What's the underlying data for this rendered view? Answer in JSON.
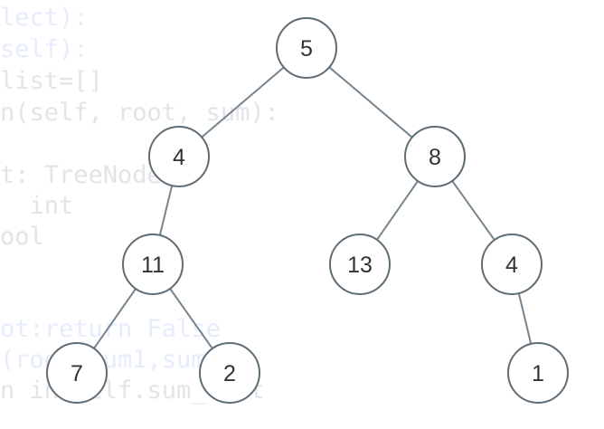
{
  "background_code": [
    {
      "text": "lect):",
      "cls": "kw"
    },
    {
      "text": "self):",
      "cls": "kw"
    },
    {
      "text": "list=[]",
      "cls": "pn"
    },
    {
      "text": "n(self, root, sum):",
      "cls": "pn"
    },
    {
      "text": "t: TreeNode",
      "cls": "pn"
    },
    {
      "text": "  int",
      "cls": "pn"
    },
    {
      "text": "ool",
      "cls": "pn"
    },
    {
      "text": "ot:return False",
      "cls": "kw"
    },
    {
      "text": "(root,sum1,sum)",
      "cls": "kw"
    },
    {
      "text": "n in self.sum_list",
      "cls": "pn"
    }
  ],
  "tree": {
    "nodes": [
      {
        "id": "n5",
        "label": "5"
      },
      {
        "id": "n4a",
        "label": "4"
      },
      {
        "id": "n8",
        "label": "8"
      },
      {
        "id": "n11",
        "label": "11"
      },
      {
        "id": "n13",
        "label": "13"
      },
      {
        "id": "n4b",
        "label": "4"
      },
      {
        "id": "n7",
        "label": "7"
      },
      {
        "id": "n2",
        "label": "2"
      },
      {
        "id": "n1",
        "label": "1"
      }
    ],
    "edges": [
      [
        "n5",
        "n4a"
      ],
      [
        "n5",
        "n8"
      ],
      [
        "n4a",
        "n11"
      ],
      [
        "n8",
        "n13"
      ],
      [
        "n8",
        "n4b"
      ],
      [
        "n11",
        "n7"
      ],
      [
        "n11",
        "n2"
      ],
      [
        "n4b",
        "n1"
      ]
    ]
  }
}
